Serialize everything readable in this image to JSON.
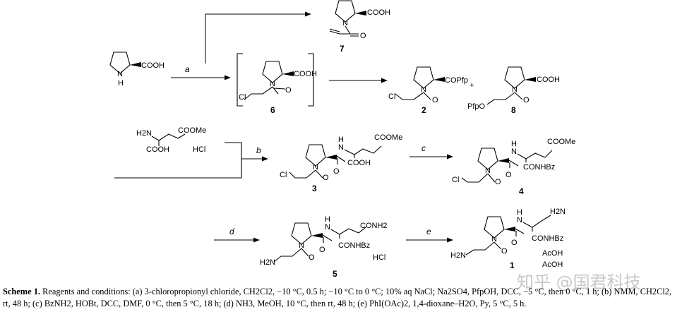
{
  "labels": {
    "cooh": "COOH",
    "nh": "N",
    "h": "H",
    "n": "N",
    "o": "O",
    "cl": "Cl",
    "copfp": "COPfp",
    "pfpo": "PfpO",
    "plus": "+",
    "coome": "COOMe",
    "h2n": "H2N",
    "hcl": "HCl",
    "conhbz": "CONHBz",
    "conh2": "CONH2",
    "acoh": "AcOH"
  },
  "compounds": {
    "c1": "1",
    "c2": "2",
    "c3": "3",
    "c4": "4",
    "c5": "5",
    "c6": "6",
    "c7": "7",
    "c8": "8"
  },
  "steps": {
    "a": "a",
    "b": "b",
    "c": "c",
    "d": "d",
    "e": "e"
  },
  "caption": {
    "label": "Scheme 1.",
    "text": " Reagents and conditions: (a) 3-chloropropionyl chloride, CH2Cl2, −10 °C, 0.5 h; −10 °C to 0 °C; 10% aq NaCl; Na2SO4, PfpOH, DCC, −5 °C, then 0 °C, 1 h; (b) NMM, CH2Cl2, rt, 48 h; (c) BzNH2, HOBt, DCC, DMF, 0 °C, then 5 °C, 18 h; (d) NH3, MeOH, 10 °C, then rt, 48 h; (e) PhI(OAc)2, 1,4-dioxane–H2O, Py, 5 °C, 5 h."
  },
  "watermark": "知乎 @国君科技"
}
